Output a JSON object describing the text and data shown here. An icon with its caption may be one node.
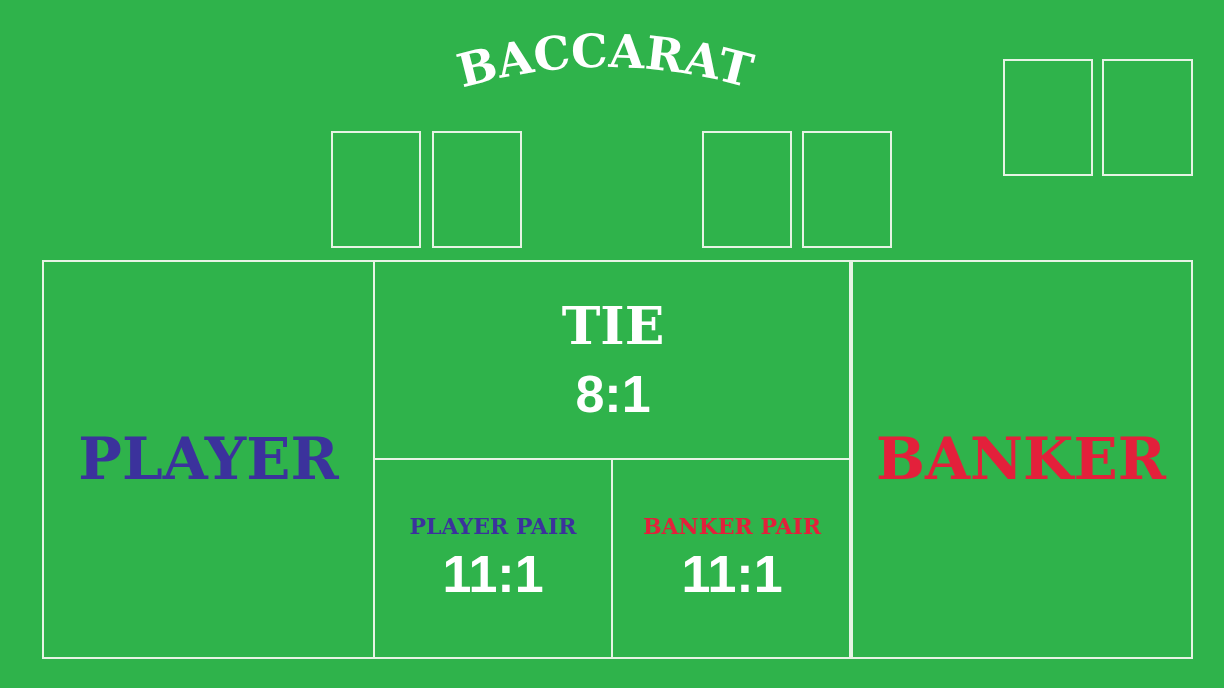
{
  "diagram": {
    "title": "BACCARAT",
    "nodes": [
      {
        "text": [],
        "shape": "box"
      },
      {
        "text": [],
        "shape": "box"
      },
      {
        "text": [],
        "shape": "box"
      },
      {
        "text": [],
        "shape": "box"
      },
      {
        "text": [],
        "shape": "box"
      },
      {
        "text": [],
        "shape": "box"
      },
      {
        "text": [
          "PLAYER"
        ]
      },
      {
        "text": [
          "TIE",
          "8:1"
        ]
      },
      {
        "text": [
          "BANKER"
        ]
      },
      {
        "text": [
          "PLAYER PAIR",
          "11:1"
        ]
      },
      {
        "text": [
          "BANKER PAIR",
          "11:1"
        ]
      }
    ]
  }
}
